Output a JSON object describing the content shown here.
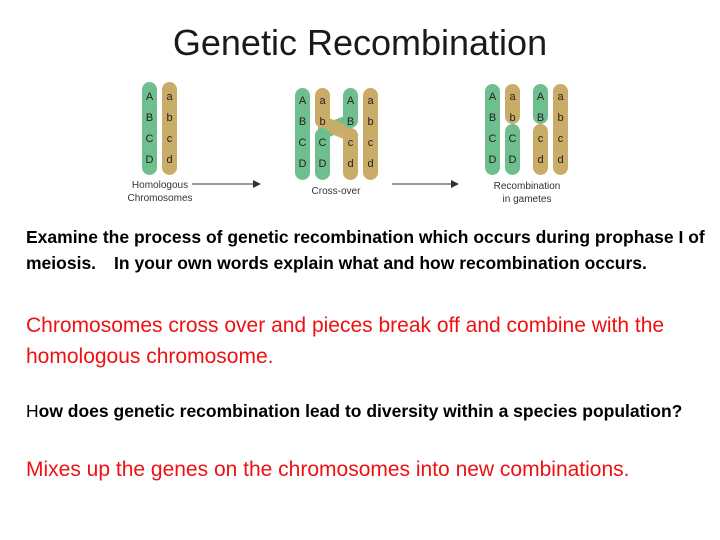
{
  "slide": {
    "title": "Genetic Recombination"
  },
  "diagram": {
    "chromatid_colors": {
      "green": "#6fbf8e",
      "tan": "#c9ac68",
      "arrow": "#333333"
    },
    "homologous": {
      "label_line1": "Homologous",
      "label_line2": "Chromosomes",
      "chromatid_1": [
        "A",
        "B",
        "C",
        "D"
      ],
      "chromatid_2": [
        "a",
        "b",
        "c",
        "d"
      ]
    },
    "crossover": {
      "label": "Cross-over",
      "chromatid_1": [
        "A",
        "B",
        "C",
        "D"
      ],
      "chromatid_2": [
        "a",
        "b",
        "C",
        "D"
      ],
      "chromatid_3": [
        "A",
        "B",
        "c",
        "d"
      ],
      "chromatid_4": [
        "a",
        "b",
        "c",
        "d"
      ]
    },
    "recombination": {
      "label_line1": "Recombination",
      "label_line2": "in gametes",
      "chromatid_1": [
        "A",
        "B",
        "C",
        "D"
      ],
      "chromatid_2": [
        "a",
        "b",
        "C",
        "D"
      ],
      "chromatid_3": [
        "A",
        "B",
        "c",
        "d"
      ],
      "chromatid_4": [
        "a",
        "b",
        "c",
        "d"
      ]
    }
  },
  "question1": {
    "part1": "Examine the process of genetic recombination which occurs during prophase I of meiosis.",
    "part2": "In your own words explain what and how recombination occurs."
  },
  "answer1": "Chromosomes cross over and pieces break off and combine with the homologous chromosome.",
  "question2": {
    "first_letter": "H",
    "rest": "ow does genetic recombination lead to diversity within a species population?"
  },
  "answer2": "Mixes  up the genes on the chromosomes into new combinations."
}
